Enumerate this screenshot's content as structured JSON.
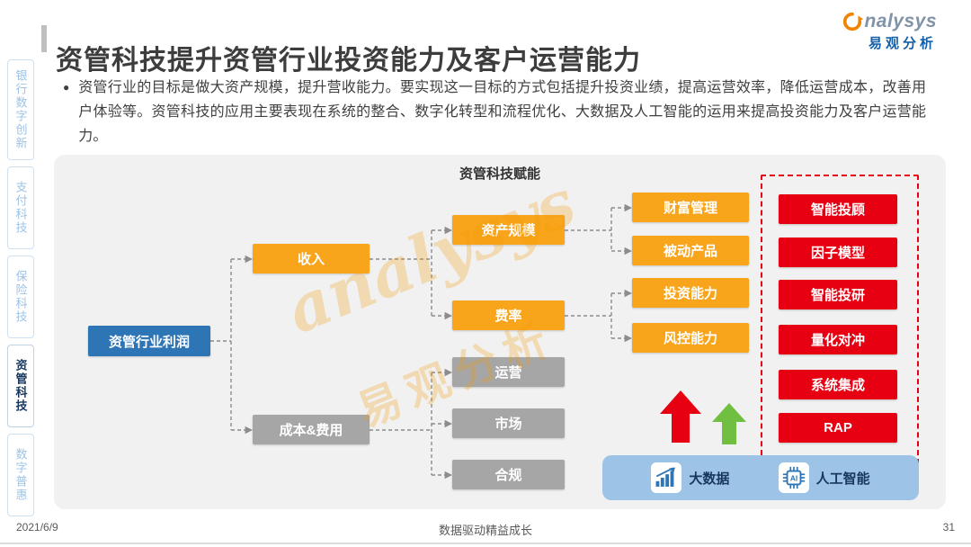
{
  "slide": {
    "title": "资管科技提升资管行业投资能力及客户运营能力",
    "intro_bullet": "●",
    "intro_text": "资管行业的目标是做大资产规模，提升营收能力。要实现这一目标的方式包括提升投资业绩，提高运营效率，降低运营成本，改善用户体验等。资管科技的应用主要表现在系统的整合、数字化转型和流程优化、大数据及人工智能的运用来提高投资能力及客户运营能力。",
    "footer": {
      "date": "2021/6/9",
      "slogan": "数据驱动精益成长",
      "page_number": "31"
    }
  },
  "logo": {
    "brand_text": "nalysys",
    "brand_cn": "易观分析"
  },
  "sidebar": {
    "active": "资管科技",
    "items": [
      {
        "label": "银行数字创新",
        "active": false
      },
      {
        "label": "支付科技",
        "active": false
      },
      {
        "label": "保险科技",
        "active": false
      },
      {
        "label": "资管科技",
        "active": true
      },
      {
        "label": "数字普惠",
        "active": false
      }
    ]
  },
  "diagram": {
    "title": "资管科技赋能",
    "nodes": {
      "root": "资管行业利润",
      "revenue": "收入",
      "cost": "成本&费用",
      "asset_scale": "资产规模",
      "fee_rate": "费率",
      "operations": "运营",
      "marketing": "市场",
      "compliance": "合规",
      "wealth_mgmt": "财富管理",
      "passive_products": "被动产品",
      "investment_ability": "投资能力",
      "risk_control": "风控能力"
    },
    "tech_items": [
      "智能投顾",
      "因子模型",
      "智能投研",
      "量化对冲",
      "系统集成",
      "RAP"
    ],
    "enablers": [
      {
        "icon": "bar-chart-icon",
        "label": "大数据"
      },
      {
        "icon": "ai-chip-icon",
        "label": "人工智能"
      }
    ],
    "ai_label": "AI"
  },
  "watermark": {
    "line1": "analysys",
    "line2": "易观分析"
  },
  "colors": {
    "orange": "#F8A51B",
    "gray": "#A6A6A6",
    "blue": "#2E75B6",
    "red": "#E60012",
    "green": "#70BF41",
    "enabler_bar_blue": "#9DC3E6",
    "sidebar_inactive": "#9DC3E6",
    "sidebar_active": "#17375E",
    "brand_orange": "#F08300",
    "brand_blue": "#1460A8"
  }
}
